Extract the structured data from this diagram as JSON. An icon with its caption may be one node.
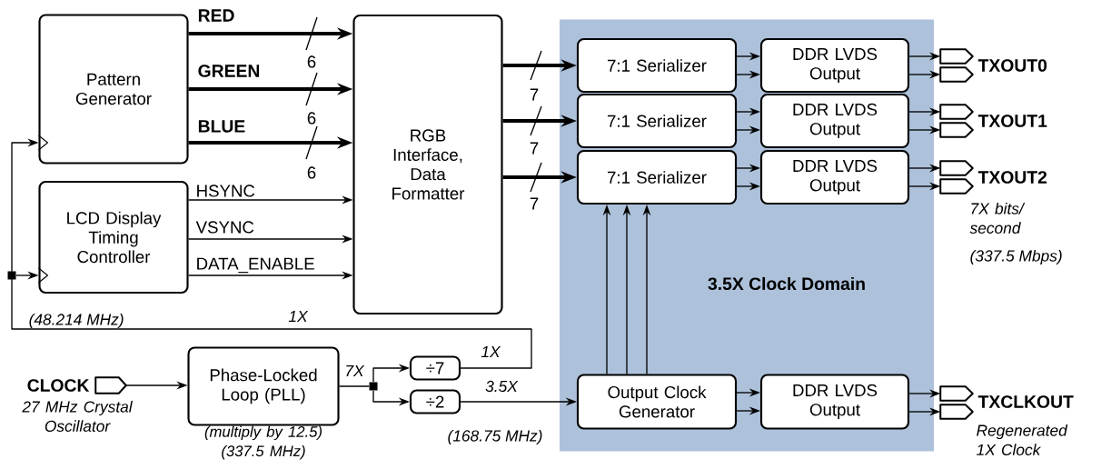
{
  "diagram": {
    "nodes": [
      {
        "text": [
          "Pattern Generator"
        ]
      },
      {
        "text": [
          "LCD Display Timing Controller"
        ]
      },
      {
        "text": [
          "RGB Interface, Data Formatter"
        ]
      },
      {
        "text": [
          "3.5X Clock Domain"
        ]
      },
      {
        "text": [
          "7:1 Serializer"
        ],
        "in": 3
      },
      {
        "text": [
          "7:1 Serializer"
        ],
        "in": 3
      },
      {
        "text": [
          "7:1 Serializer"
        ],
        "in": 3
      },
      {
        "text": [
          "DDR LVDS Output"
        ],
        "in": 3
      },
      {
        "text": [
          "DDR LVDS Output"
        ],
        "in": 3
      },
      {
        "text": [
          "DDR LVDS Output"
        ],
        "in": 3
      },
      {
        "text": [
          "Output Clock Generator"
        ],
        "in": 3
      },
      {
        "text": [
          "DDR LVDS Output"
        ],
        "in": 3
      },
      {
        "text": [],
        "shape": "pentagon"
      },
      {
        "text": [],
        "shape": "pentagon"
      },
      {
        "text": [],
        "shape": "pentagon"
      },
      {
        "text": [],
        "shape": "pentagon"
      },
      {
        "text": [],
        "shape": "pentagon"
      },
      {
        "text": [],
        "shape": "pentagon"
      },
      {
        "text": [],
        "shape": "pentagon"
      },
      {
        "text": [],
        "shape": "pentagon"
      },
      {
        "text": [],
        "shape": "pentagon",
        "beside": [
          "CLOCK",
          "27 MHz Crystal Oscillator"
        ]
      },
      {
        "text": [
          "Phase-Locked Loop (PLL)"
        ],
        "beside": [
          "(multiply by 12.5) (337.5 MHz)"
        ]
      },
      {
        "text": [],
        "shape": "dot"
      },
      {
        "text": [
          "÷7"
        ]
      },
      {
        "text": [
          "÷2"
        ]
      },
      {
        "text": [],
        "shape": "dot"
      }
    ],
    "edges": [
      {
        "from": 0,
        "to": 2,
        "arrow": "to",
        "style": "thick",
        "label": "RED"
      },
      {
        "from": 0,
        "to": 2,
        "arrow": "to",
        "style": "thick",
        "label": "GREEN"
      },
      {
        "from": 0,
        "to": 2,
        "arrow": "to",
        "style": "thick",
        "label": "BLUE"
      },
      {
        "from": 1,
        "to": 2,
        "arrow": "to",
        "label": "HSYNC"
      },
      {
        "from": 1,
        "to": 2,
        "arrow": "to",
        "label": "VSYNC"
      },
      {
        "from": 1,
        "to": 2,
        "arrow": "to",
        "label": "DATA_ENABLE"
      },
      {
        "from": 2,
        "to": 4,
        "arrow": "to",
        "style": "thick"
      },
      {
        "from": 2,
        "to": 5,
        "arrow": "to",
        "style": "thick"
      },
      {
        "from": 2,
        "to": 6,
        "arrow": "to",
        "style": "thick"
      },
      {
        "from": 4,
        "to": 7,
        "arrow": "to"
      },
      {
        "from": 4,
        "to": 7,
        "arrow": "to"
      },
      {
        "from": 5,
        "to": 8,
        "arrow": "to"
      },
      {
        "from": 5,
        "to": 8,
        "arrow": "to"
      },
      {
        "from": 6,
        "to": 9,
        "arrow": "to"
      },
      {
        "from": 6,
        "to": 9,
        "arrow": "to"
      },
      {
        "from": 7,
        "to": 12,
        "arrow": "to"
      },
      {
        "from": 7,
        "to": 13,
        "arrow": "to"
      },
      {
        "from": 8,
        "to": 14,
        "arrow": "to"
      },
      {
        "from": 8,
        "to": 15,
        "arrow": "to"
      },
      {
        "from": 9,
        "to": 16,
        "arrow": "to"
      },
      {
        "from": 9,
        "to": 17,
        "arrow": "to"
      },
      {
        "from": 10,
        "to": 6,
        "arrow": "to"
      },
      {
        "from": 10,
        "to": 6,
        "arrow": "to"
      },
      {
        "from": 10,
        "to": 6,
        "arrow": "to"
      },
      {
        "from": 10,
        "to": 11,
        "arrow": "to"
      },
      {
        "from": 10,
        "to": 11,
        "arrow": "to"
      },
      {
        "from": 11,
        "to": 18,
        "arrow": "to"
      },
      {
        "from": 11,
        "to": 19,
        "arrow": "to"
      },
      {
        "from": 20,
        "to": 21,
        "arrow": "to"
      },
      {
        "from": 21,
        "to": 22,
        "arrow": "none",
        "label": "7X"
      },
      {
        "from": 22,
        "to": 23,
        "arrow": "to"
      },
      {
        "from": 22,
        "to": 24,
        "arrow": "to"
      },
      {
        "from": 24,
        "to": 10,
        "arrow": "to",
        "label": "3.5X"
      },
      {
        "from": 23,
        "to": 25,
        "arrow": "none",
        "label": "1X"
      },
      {
        "from": 25,
        "to": 0,
        "arrow": "to"
      },
      {
        "from": 25,
        "to": 1,
        "arrow": "to"
      }
    ],
    "labels": [
      "6",
      "6",
      "6",
      "7",
      "7",
      "7",
      "TXOUT0",
      "TXOUT1",
      "TXOUT2",
      "7X bits/ second",
      "(337.5 Mbps)",
      "(48.214 MHz)",
      "1X",
      "(168.75 MHz)",
      "TXCLKOUT",
      "Regenerated 1X Clock"
    ]
  }
}
